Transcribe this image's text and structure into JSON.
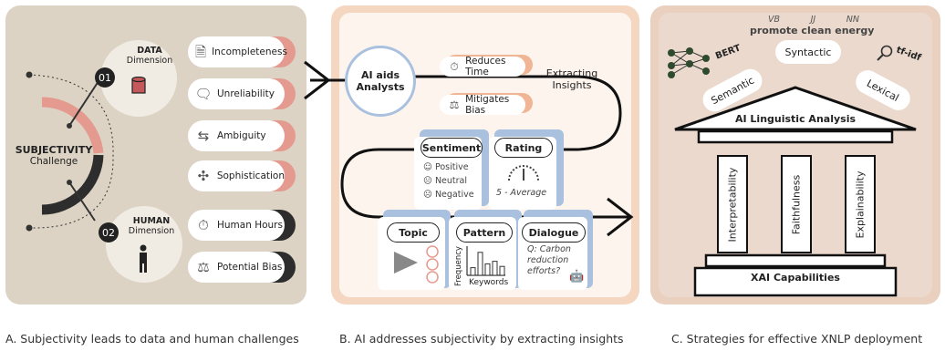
{
  "panelA": {
    "challenge_title": "SUBJECTIVITY",
    "challenge_sub": "Challenge",
    "data_dim": {
      "number": "01",
      "title": "DATA",
      "sub": "Dimension"
    },
    "human_dim": {
      "number": "02",
      "title": "HUMAN",
      "sub": "Dimension"
    },
    "data_items": [
      {
        "label": "Incompleteness",
        "icon": "document-icon"
      },
      {
        "label": "Unreliability",
        "icon": "chat-icon"
      },
      {
        "label": "Ambiguity",
        "icon": "signpost-icon"
      },
      {
        "label": "Sophistication",
        "icon": "puzzle-icon"
      }
    ],
    "human_items": [
      {
        "label": "Human Hours",
        "icon": "stopwatch-icon"
      },
      {
        "label": "Potential Bias",
        "icon": "scales-icon"
      }
    ],
    "caption": "A. Subjectivity leads to data and human challenges",
    "colors": {
      "pink": "#e59a8f",
      "dark": "#2d2d2d",
      "panel": "#dcd3c4"
    }
  },
  "panelB": {
    "circle_line1": "AI aids",
    "circle_line2": "Analysts",
    "reduces_time": "Reduces Time",
    "mitigates_bias": "Mitigates Bias",
    "extracting1": "Extracting",
    "extracting2": "Insights",
    "sentiment": {
      "title": "Sentiment",
      "items": [
        "Positive",
        "Neutral",
        "Negative"
      ]
    },
    "rating": {
      "title": "Rating",
      "value": "5 - Average"
    },
    "topic": {
      "title": "Topic"
    },
    "pattern": {
      "title": "Pattern",
      "ylabel": "Frequency",
      "xlabel": "Keywords",
      "bars": [
        0.3,
        0.9,
        0.45,
        0.55,
        0.35
      ]
    },
    "dialogue": {
      "title": "Dialogue",
      "line1": "Q: Carbon",
      "line2": "reduction",
      "line3": "efforts?"
    },
    "caption": "B. AI addresses subjectivity by extracting insights"
  },
  "panelC": {
    "pos_tags": [
      "VB",
      "JJ",
      "NN"
    ],
    "phrase": "promote clean energy",
    "bert": "BERT",
    "tfidf": "tf-idf",
    "syntactic": "Syntactic",
    "semantic": "Semantic",
    "lexical": "Lexical",
    "roof": "AI Linguistic Analysis",
    "columns": [
      "Interpretability",
      "Faithfulness",
      "Explainability"
    ],
    "base": "XAI Capabilities",
    "caption": "C. Strategies for effective XNLP deployment"
  }
}
